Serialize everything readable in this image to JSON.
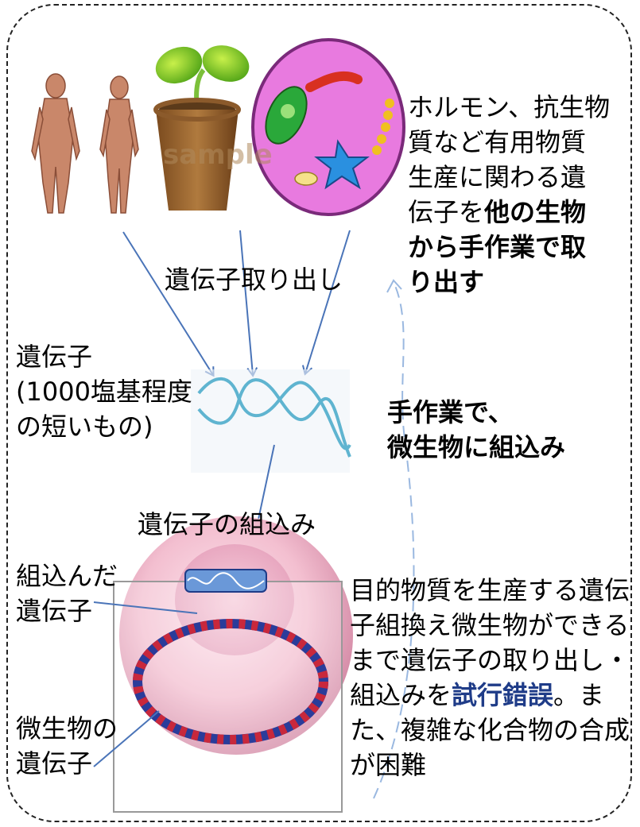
{
  "labels": {
    "extract": "遺伝子取り出し",
    "gene_title": "遺伝子",
    "gene_desc_1": "(1000塩基程度",
    "gene_desc_2": "の短いもの)",
    "manual_1": "手作業で、",
    "manual_2": "微生物に組込み",
    "integrate": "遺伝子の組込み",
    "inserted_1": "組込んだ",
    "inserted_2": "遺伝子",
    "microbe_gene_1": "微生物の",
    "microbe_gene_2": "遺伝子",
    "sample_watermark": "sample"
  },
  "note_top": {
    "line1": "ホルモン、抗生物",
    "line2": "質など有用物質",
    "line3": "生産に関わる遺",
    "line4_normal": "伝子を",
    "line4_bold": "他の生物",
    "line5": "から手作業で取",
    "line6": "り出す"
  },
  "note_bottom": {
    "line1": "目的物質を生産する遺伝",
    "line2": "子組換え微生物ができる",
    "line3": "まで遺伝子の取り出し・",
    "line4_pre": "組込みを",
    "line4_em": "試行錯誤",
    "line4_post": "。ま",
    "line5": "た、複雑な化合物の合成",
    "line6": "が困難"
  },
  "colors": {
    "arrow": "#4a74b8",
    "dna": "#5fb4d0",
    "cell": "#f0b8c8",
    "plasmid_red": "#c8283c",
    "plasmid_blue": "#2a3c9a",
    "circle_bg": "#e87adf"
  }
}
